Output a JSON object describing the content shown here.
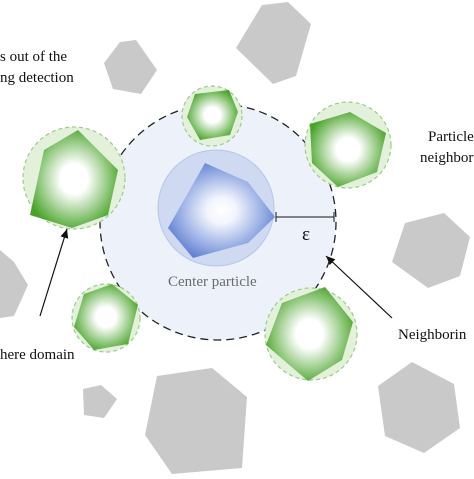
{
  "diagram": {
    "labels": {
      "top_left_line1": "s out of the",
      "top_left_line2": "ng detection",
      "top_right_line1": "Particle",
      "top_right_line2": "neighbor",
      "center": "Center particle",
      "epsilon": "ε",
      "neighboring": "Neighborin",
      "sphere_domain": "here domain"
    },
    "colors": {
      "background": "#ffffff",
      "gray_particle": "#c9c9c9",
      "green_particle": "#4aa62a",
      "green_domain_fill": "#e3f1db",
      "green_domain_stroke": "#9ccc88",
      "blue_particle": "#6b8ad6",
      "blue_domain_fill": "#cfd9f2",
      "detection_region_fill": "#edf2fa",
      "dashed_circle": "#222222",
      "arrow": "#111111"
    },
    "icons": {
      "gray_particles": "gray-polygon",
      "neighbor_particles": "green-polygon-in-circle",
      "center_particle": "blue-polygon-in-circle"
    }
  }
}
